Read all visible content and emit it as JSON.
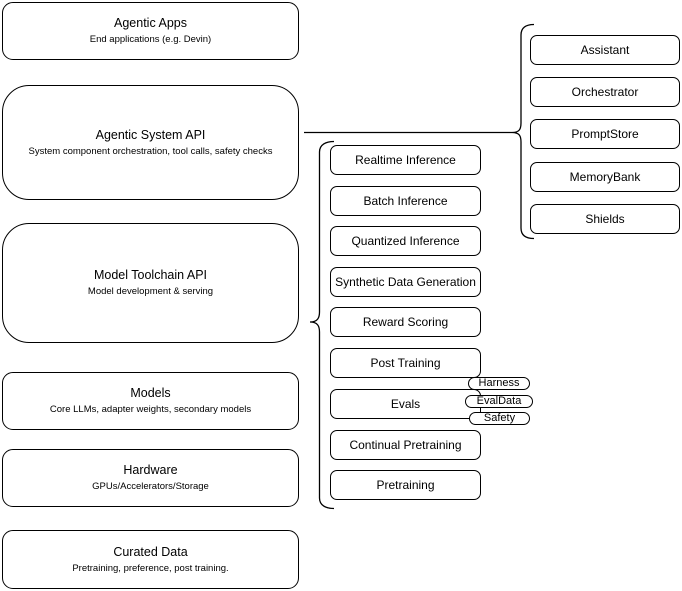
{
  "diagram": {
    "left_column": [
      {
        "title": "Agentic Apps",
        "subtitle": "End applications (e.g. Devin)"
      },
      {
        "title": "Agentic System API",
        "subtitle": "System component orchestration, tool calls, safety checks"
      },
      {
        "title": "Model Toolchain API",
        "subtitle": "Model development & serving"
      },
      {
        "title": "Models",
        "subtitle": "Core LLMs, adapter weights, secondary models"
      },
      {
        "title": "Hardware",
        "subtitle": "GPUs/Accelerators/Storage"
      },
      {
        "title": "Curated Data",
        "subtitle": "Pretraining, preference, post training."
      }
    ],
    "toolchain_services": [
      "Realtime Inference",
      "Batch Inference",
      "Quantized Inference",
      "Synthetic Data Generation",
      "Reward Scoring",
      "Post Training",
      "Evals",
      "Continual Pretraining",
      "Pretraining"
    ],
    "eval_tags": [
      "Harness",
      "EvalData",
      "Safety"
    ],
    "agentic_components": [
      "Assistant",
      "Orchestrator",
      "PromptStore",
      "MemoryBank",
      "Shields"
    ],
    "colors": {
      "stroke": "#000000",
      "fill": "#ffffff",
      "text": "#000000"
    }
  }
}
